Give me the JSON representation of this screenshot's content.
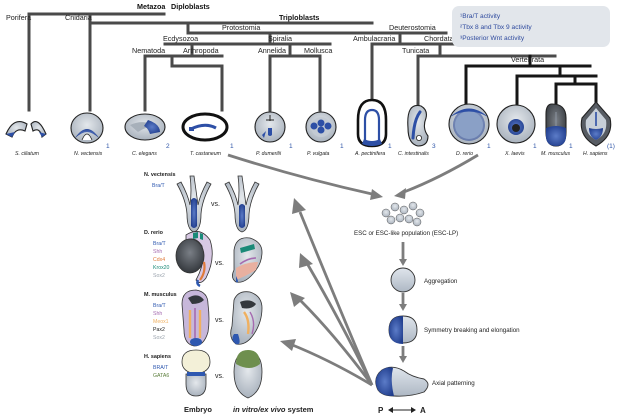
{
  "tree": {
    "metazoa": "Metazoa",
    "diploblasts": "Diploblasts",
    "porifera": "Porifera",
    "cnidaria": "Cnidaria",
    "triploblasts": "Triploblasts",
    "protostomia": "Protostomia",
    "deuterostomia": "Deuterostomia",
    "ecdysozoa": "Ecdysozoa",
    "spiralia": "Spiralia",
    "ambulacraria": "Ambulacraria",
    "chordata": "Chordata",
    "nematoda": "Nematoda",
    "arthropoda": "Arthropoda",
    "annelida": "Annelida",
    "mollusca": "Mollusca",
    "tunicata": "Tunicata",
    "vertebrata": "Vertebrata"
  },
  "legend": {
    "line1": "¹Bra/T activity",
    "line2": "²Tbx 8 and Tbx 9 activity",
    "line3": "³Posterior Wnt activity"
  },
  "species": [
    {
      "name": "S. ciliatum",
      "mark": ""
    },
    {
      "name": "N. vectensis",
      "mark": "1"
    },
    {
      "name": "C. elegans",
      "mark": "2"
    },
    {
      "name": "T. castaneum",
      "mark": "1"
    },
    {
      "name": "P. dumerilii",
      "mark": "1"
    },
    {
      "name": "P. vulgata",
      "mark": "1"
    },
    {
      "name": "A. pectinifera",
      "mark": "1"
    },
    {
      "name": "C. intestinalis",
      "mark": "3"
    },
    {
      "name": "D. rerio",
      "mark": "1"
    },
    {
      "name": "X. laevis",
      "mark": "1"
    },
    {
      "name": "M. musculus",
      "mark": "1"
    },
    {
      "name": "H. sapiens",
      "mark": "(1)"
    }
  ],
  "models": [
    {
      "name": "N. vectensis",
      "markers": [
        {
          "label": "Bra/T",
          "color": "#2e58b0"
        }
      ]
    },
    {
      "name": "D. rerio",
      "markers": [
        {
          "label": "Bra/T",
          "color": "#2e58b0"
        },
        {
          "label": "Shh",
          "color": "#a56bb0"
        },
        {
          "label": "Cdx4",
          "color": "#e07a3a"
        },
        {
          "label": "Krox20",
          "color": "#1a8a78"
        },
        {
          "label": "Sox2",
          "color": "#9aa3ad"
        }
      ]
    },
    {
      "name": "M. musculus",
      "markers": [
        {
          "label": "Bra/T",
          "color": "#2e58b0"
        },
        {
          "label": "Shh",
          "color": "#a56bb0"
        },
        {
          "label": "Meox1",
          "color": "#f0b060"
        },
        {
          "label": "Pax2",
          "color": "#222222"
        },
        {
          "label": "Sox2",
          "color": "#9aa3ad"
        }
      ]
    },
    {
      "name": "H. sapiens",
      "markers": [
        {
          "label": "BRA/T",
          "color": "#2e58b0"
        },
        {
          "label": "GATA6",
          "color": "#5a7d3a"
        }
      ]
    }
  ],
  "vs_label": "vs.",
  "bottom": {
    "embryo": "Embryo",
    "system_prefix": "in vitro/ex vivo",
    "system_suffix": " system"
  },
  "protocol": {
    "esc": "ESC or ESC-like population (ESC-LP)",
    "aggregation": "Aggregation",
    "symmetry": "Symmetry breaking and elongation",
    "axial": "Axial patterning",
    "axis_p": "P",
    "axis_a": "A"
  }
}
